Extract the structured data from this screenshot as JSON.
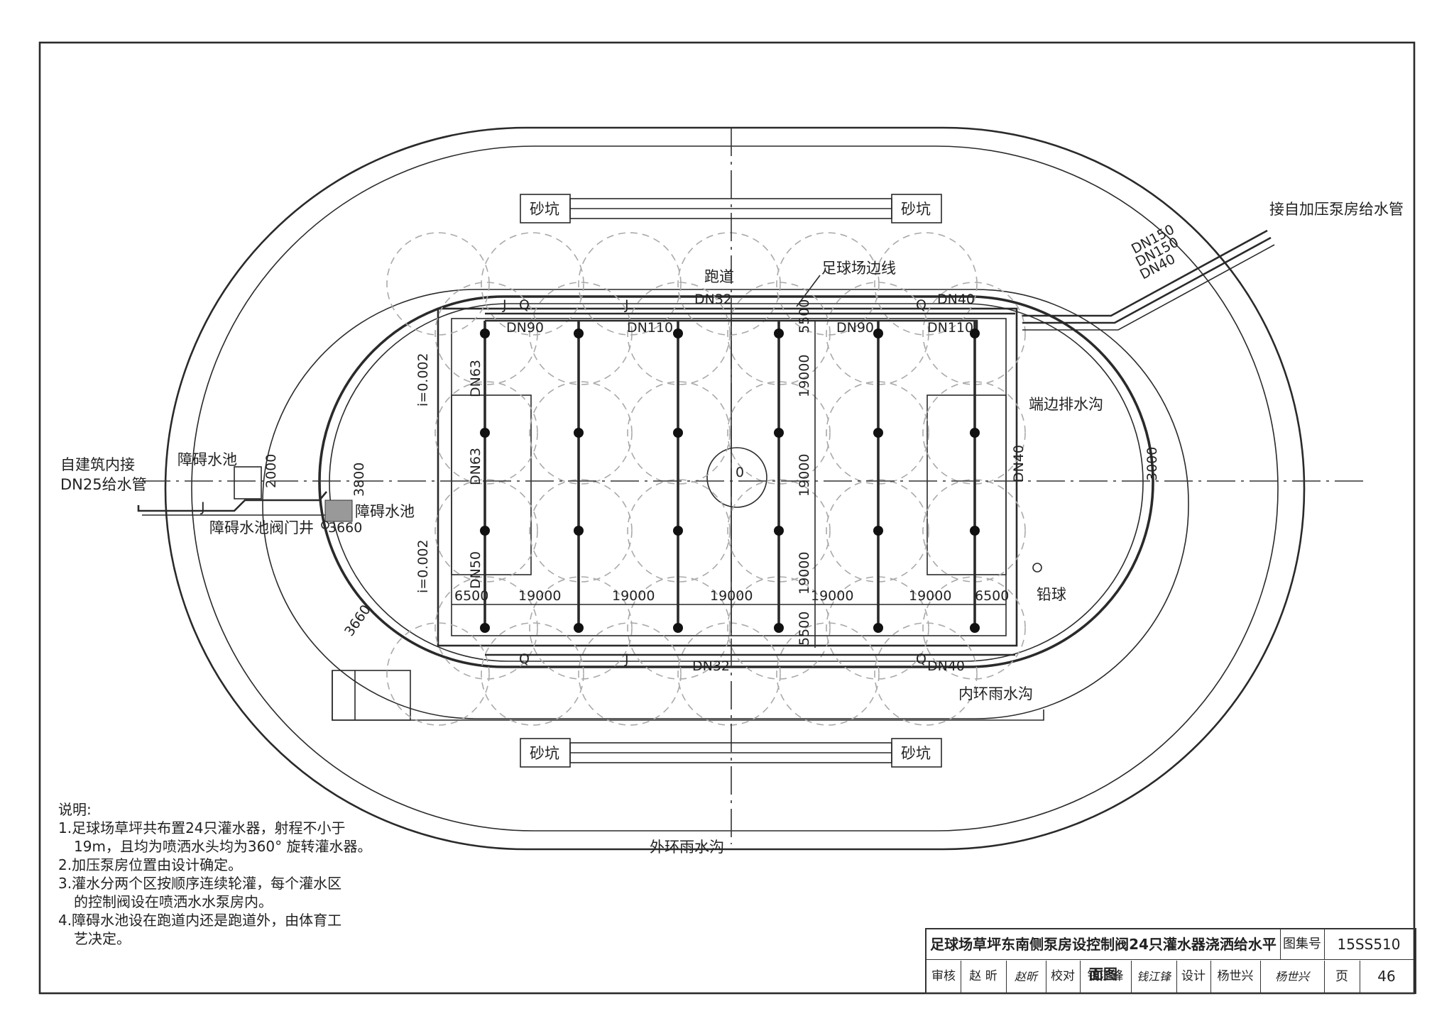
{
  "labels": {
    "sand_pit": "砂坑",
    "track": "跑道",
    "field_edge": "足球场边线",
    "end_drain": "端边排水沟",
    "inner_drain": "内环雨水沟",
    "outer_drain": "外环雨水沟",
    "shot_put": "铅球",
    "pump_supply": "接自加压泵房给水管",
    "building_supply_1": "自建筑内接",
    "building_supply_2": "DN25给水管",
    "barrier_pool": "障碍水池",
    "barrier_valve_well": "障碍水池阀门井",
    "center_mark": "0"
  },
  "pipes": {
    "dn150": "DN150",
    "dn40": "DN40",
    "dn32": "DN32",
    "dn90": "DN90",
    "dn110": "DN110",
    "dn63": "DN63",
    "dn50": "DN50",
    "j": "J",
    "q": "Q"
  },
  "dims": {
    "d19000": "19000",
    "d6500": "6500",
    "d5500": "5500",
    "d2000": "2000",
    "d3800": "3800",
    "d3660": "3660",
    "d3000": "3000",
    "slope": "i=0.002"
  },
  "notes": {
    "title": "说明:",
    "n1a": "1.足球场草坪共布置24只灌水器，射程不小于",
    "n1b": "19m，且均为喷洒水头均为360° 旋转灌水器。",
    "n2": "2.加压泵房位置由设计确定。",
    "n3a": "3.灌水分两个区按顺序连续轮灌，每个灌水区",
    "n3b": "的控制阀设在喷洒水水泵房内。",
    "n4a": "4.障碍水池设在跑道内还是跑道外，由体育工",
    "n4b": "艺决定。"
  },
  "title_block": {
    "title": "足球场草坪东南侧泵房设控制阀24只灌水器浇洒给水平面图",
    "atlas_label": "图集号",
    "atlas_no": "15SS510",
    "review_label": "审核",
    "review_name": "赵 昕",
    "review_sign": "赵昕",
    "check_label": "校对",
    "check_name": "钱江锋",
    "check_sign": "钱江锋",
    "design_label": "设计",
    "design_name": "杨世兴",
    "design_sign": "杨世兴",
    "page_label": "页",
    "page_no": "46"
  }
}
